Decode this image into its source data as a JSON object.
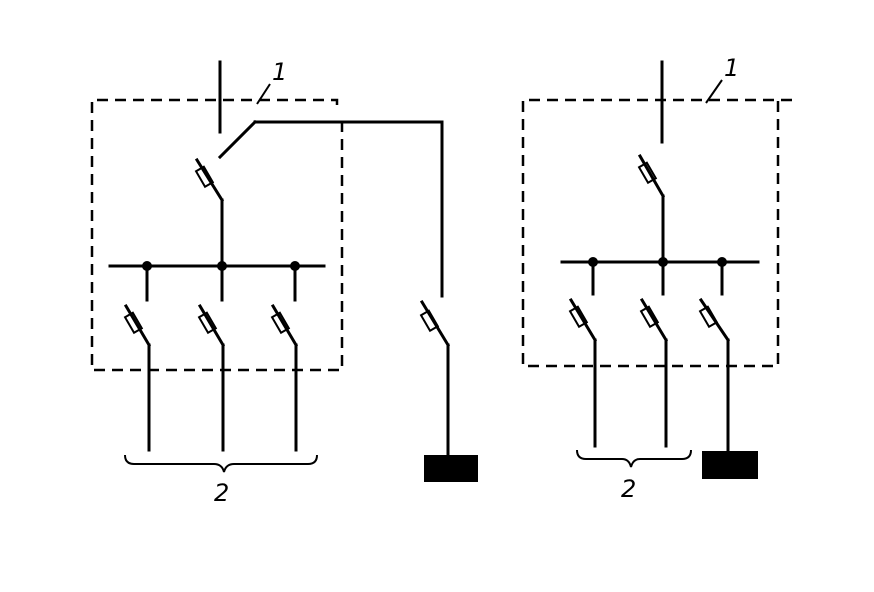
{
  "diagram": {
    "left": {
      "label_enclosure": "1",
      "label_outputs": "2"
    },
    "right": {
      "label_enclosure": "1",
      "label_outputs": "2"
    }
  },
  "colors": {
    "ink": "#000000",
    "paper": "#ffffff"
  }
}
